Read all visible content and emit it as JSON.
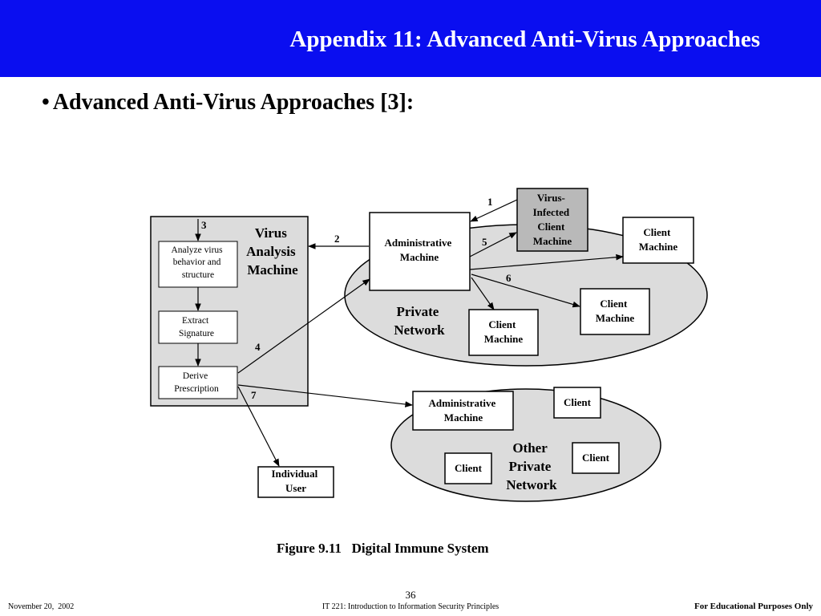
{
  "header": {
    "title": "Appendix 11: Advanced Anti-Virus Approaches",
    "color": "#0a0ef0"
  },
  "bullet": {
    "symbol": "•",
    "text": "Advanced Anti-Virus Approaches [3]:"
  },
  "diagram": {
    "vam_title": [
      "Virus",
      "Analysis",
      "Machine"
    ],
    "analyze": [
      "Analyze virus",
      "behavior and",
      "structure"
    ],
    "extract": [
      "Extract",
      "Signature"
    ],
    "derive": [
      "Derive",
      "Prescription"
    ],
    "admin_main": [
      "Administrative",
      "Machine"
    ],
    "infected": [
      "Virus-",
      "Infected",
      "Client",
      "Machine"
    ],
    "client_machine": [
      "Client",
      "Machine"
    ],
    "private_network": [
      "Private",
      "Network"
    ],
    "admin_other": [
      "Administrative",
      "Machine"
    ],
    "client": "Client",
    "other_network": [
      "Other",
      "Private",
      "Network"
    ],
    "individual_user": [
      "Individual",
      "User"
    ],
    "steps": [
      "1",
      "2",
      "3",
      "4",
      "5",
      "6",
      "7"
    ]
  },
  "caption": "Figure 9.11   Digital Immune System",
  "footer": {
    "date": "November 20,  2002",
    "course": "IT 221: Introduction to Information Security Principles",
    "rights": "For Educational Purposes Only",
    "page": "36"
  }
}
